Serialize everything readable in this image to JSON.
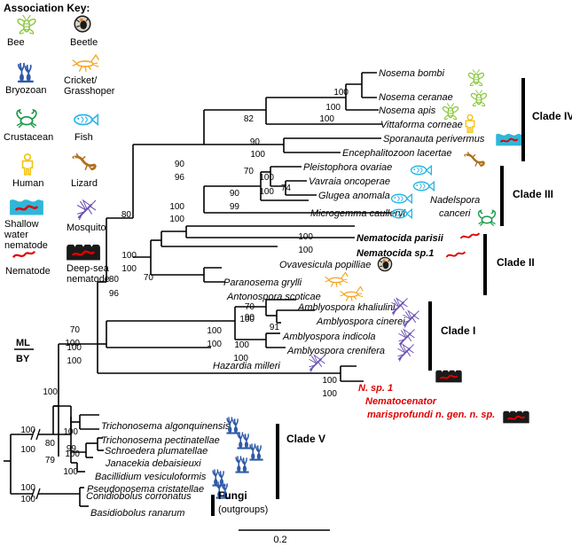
{
  "key": {
    "title": "Association Key:",
    "items": [
      {
        "id": "bee",
        "label": [
          "Bee"
        ],
        "icon": "bee-icon"
      },
      {
        "id": "beetle",
        "label": [
          "Beetle"
        ],
        "icon": "beetle-icon"
      },
      {
        "id": "bryozoan",
        "label": [
          "Bryozoan"
        ],
        "icon": "bryozoan-icon"
      },
      {
        "id": "cricket",
        "label": [
          "Cricket/",
          "Grasshoper"
        ],
        "icon": "cricket-icon"
      },
      {
        "id": "crustacean",
        "label": [
          "Crustacean"
        ],
        "icon": "crab-icon"
      },
      {
        "id": "fish",
        "label": [
          "Fish"
        ],
        "icon": "fish-icon"
      },
      {
        "id": "human",
        "label": [
          "Human"
        ],
        "icon": "human-icon"
      },
      {
        "id": "lizard",
        "label": [
          "Lizard"
        ],
        "icon": "lizard-icon"
      },
      {
        "id": "shallow",
        "label": [
          "Shallow",
          "water",
          "nematode"
        ],
        "icon": "shallow-water-nematode-icon"
      },
      {
        "id": "mosquito",
        "label": [
          "Mosquito"
        ],
        "icon": "mosquito-icon"
      },
      {
        "id": "nematode",
        "label": [
          "Nematode"
        ],
        "icon": "nematode-icon"
      },
      {
        "id": "deepsea",
        "label": [
          "Deep-sea",
          "nematode"
        ],
        "icon": "deep-sea-nematode-icon"
      }
    ]
  },
  "support_legend": {
    "top": "ML",
    "bottom": "BY"
  },
  "taxa": [
    {
      "id": "nosema-bombi",
      "label": "Nosema bombi",
      "host": "bee"
    },
    {
      "id": "nosema-ceranae",
      "label": "Nosema ceranae",
      "host": "bee"
    },
    {
      "id": "nosema-apis",
      "label": "Nosema apis",
      "host": "bee"
    },
    {
      "id": "vittaforma",
      "label": "Vittaforma corneae",
      "host": "human"
    },
    {
      "id": "sporanauta",
      "label": "Sporanauta perivermus",
      "host": "shallow"
    },
    {
      "id": "encephalitozoon",
      "label": "Encephalitozoon lacertae",
      "host": "lizard"
    },
    {
      "id": "pleistophora",
      "label": "Pleistophora ovariae",
      "host": "fish"
    },
    {
      "id": "vavraia",
      "label": "Vavraia oncoperae",
      "host": "fish"
    },
    {
      "id": "glugea",
      "label": "Glugea anomala",
      "host": "fish"
    },
    {
      "id": "microgemma",
      "label": "Microgemma caulleryi",
      "host": "fish"
    },
    {
      "id": "nadelspora",
      "label": [
        "Nadelspora",
        "canceri"
      ],
      "host": "crustacean"
    },
    {
      "id": "nematocida-parisii",
      "label": "Nematocida parisii",
      "host": "nematode"
    },
    {
      "id": "nematocida-sp1",
      "label": "Nematocida sp.1",
      "host": "nematode"
    },
    {
      "id": "ovavesicula",
      "label": "Ovavesicula popilliae",
      "host": "beetle"
    },
    {
      "id": "paranosema",
      "label": "Paranosema grylli",
      "host": "cricket"
    },
    {
      "id": "antonospora",
      "label": "Antonospora scoticae",
      "host": "cricket"
    },
    {
      "id": "amb-khaliulini",
      "label": "Amblyospora khaliulini",
      "host": "mosquito"
    },
    {
      "id": "amb-cinerei",
      "label": "Amblyospora cinerei",
      "host": "mosquito"
    },
    {
      "id": "amb-indicola",
      "label": "Amblyospora indicola",
      "host": "mosquito"
    },
    {
      "id": "amb-crenifera",
      "label": "Amblyospora crenifera",
      "host": "mosquito"
    },
    {
      "id": "hazardia",
      "label": "Hazardia milleri",
      "host": "mosquito"
    },
    {
      "id": "n-sp1",
      "label": "N. sp. 1",
      "host": "deepsea"
    },
    {
      "id": "nematocenator",
      "label": [
        "Nematocenator",
        "marisprofundi n. gen. n. sp."
      ],
      "host": "deepsea"
    },
    {
      "id": "trich-alg",
      "label": "Trichonosema algonquinensis",
      "host": "bryozoan"
    },
    {
      "id": "trich-pect",
      "label": "Trichonosema pectinatellae",
      "host": "bryozoan"
    },
    {
      "id": "schroedera",
      "label": "Schroedera plumatellae",
      "host": "bryozoan"
    },
    {
      "id": "janacekia",
      "label": "Janacekia debaisieuxi",
      "host": "bryozoan"
    },
    {
      "id": "bacillidium",
      "label": "Bacillidium vesiculoformis",
      "host": "bryozoan"
    },
    {
      "id": "pseudonosema",
      "label": "Pseudonosema cristatellae",
      "host": "bryozoan"
    },
    {
      "id": "conidiobolus",
      "label": "Conidiobolus corronatus",
      "host": ""
    },
    {
      "id": "basidiobolus",
      "label": "Basidiobolus ranarum",
      "host": ""
    }
  ],
  "support_values": [
    "100",
    "100",
    "82",
    "100",
    "90",
    "100",
    "90",
    "96",
    "70",
    "100",
    "74",
    "100",
    "90",
    "99",
    "100",
    "100",
    "80",
    "100",
    "100",
    "100",
    "100",
    "80",
    "96",
    "70",
    "70",
    "100",
    "90",
    "91",
    "100",
    "100",
    "100",
    "100",
    "100",
    "100",
    "70",
    "100",
    "100",
    "100",
    "100",
    "100",
    "100",
    "100",
    "80",
    "99",
    "79",
    "100",
    "100",
    "100",
    "100"
  ],
  "clades": [
    {
      "id": "clade-iv",
      "label": "Clade IV"
    },
    {
      "id": "clade-iii",
      "label": "Clade III"
    },
    {
      "id": "clade-ii",
      "label": "Clade II"
    },
    {
      "id": "clade-i",
      "label": "Clade I"
    },
    {
      "id": "clade-v",
      "label": "Clade V"
    },
    {
      "id": "fungi",
      "label": "Fungi",
      "sub": "(outgroups)"
    }
  ],
  "scale_bar": {
    "label": "0.2"
  },
  "colors": {
    "bee": "#8cc63f",
    "beetle": "#b5b0a0",
    "bryozoan": "#2f5aa8",
    "cricket": "#f5a623",
    "crustacean": "#1a9a4a",
    "fish": "#29b6e6",
    "human": "#f4c20d",
    "lizard": "#b0701f",
    "shallow": "#2fb6d8",
    "mosquito": "#6a4fb3",
    "nematode": "#e00000",
    "deepsea": "#1a1a1a",
    "highlight": "#e00000"
  }
}
